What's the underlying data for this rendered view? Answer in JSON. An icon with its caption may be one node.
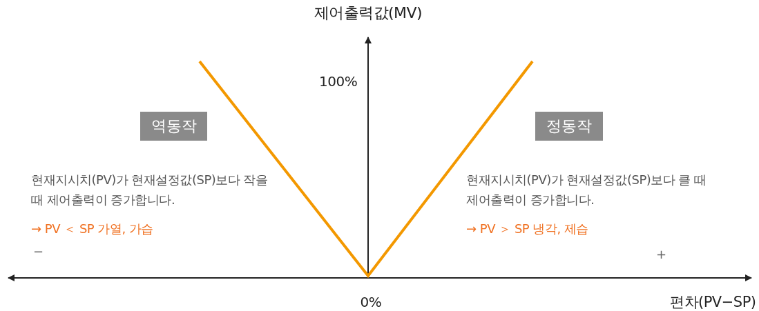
{
  "diagram": {
    "nodes": [
      {
        "text": [
          "역동작"
        ]
      },
      {
        "text": [
          "정동작"
        ]
      }
    ],
    "labels": [
      "제어출력값(MV)",
      "100%",
      "현재지시치(PV)가 현재설정값(SP)보다 작을 때 제어출력이 증가합니다.",
      "→ PV ＜ SP 가열, 가습",
      "현재지시치(PV)가 현재설정값(SP)보다 클 때 제어출력이 증가합니다.",
      "→ PV ＞ SP 냉각, 제습",
      "−",
      "+",
      "0%",
      "편차(PV−SP)"
    ]
  }
}
